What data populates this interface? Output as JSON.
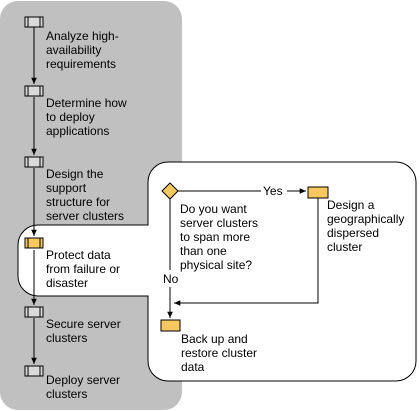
{
  "colors": {
    "panel_gray": "#c0c0c0",
    "callout_bg": "#ffffff",
    "active_fill": "#f6c85f",
    "node_fill": "#d9d9d9",
    "line": "#000000"
  },
  "flow": {
    "steps": [
      {
        "lines": [
          "Analyze high-",
          "availability",
          "requirements"
        ]
      },
      {
        "lines": [
          "Determine how",
          "to deploy",
          "applications"
        ]
      },
      {
        "lines": [
          "Design the",
          "support",
          "structure for",
          "server clusters"
        ]
      },
      {
        "lines": [
          "Protect data",
          "from failure or",
          "disaster"
        ]
      },
      {
        "lines": [
          "Secure server",
          "clusters"
        ]
      },
      {
        "lines": [
          "Deploy server",
          "clusters"
        ]
      }
    ],
    "active_step": 3
  },
  "detail": {
    "decision": {
      "lines": [
        "Do you want",
        "server clusters",
        "to span more",
        "than one",
        "physical site?"
      ],
      "icon": "diamond-decision-icon"
    },
    "yes_label": "Yes",
    "no_label": "No",
    "yes_target": {
      "lines": [
        "Design a",
        "geographically",
        "dispersed",
        "cluster"
      ]
    },
    "no_target": {
      "lines": [
        "Back up and",
        "restore cluster",
        "data"
      ]
    }
  }
}
